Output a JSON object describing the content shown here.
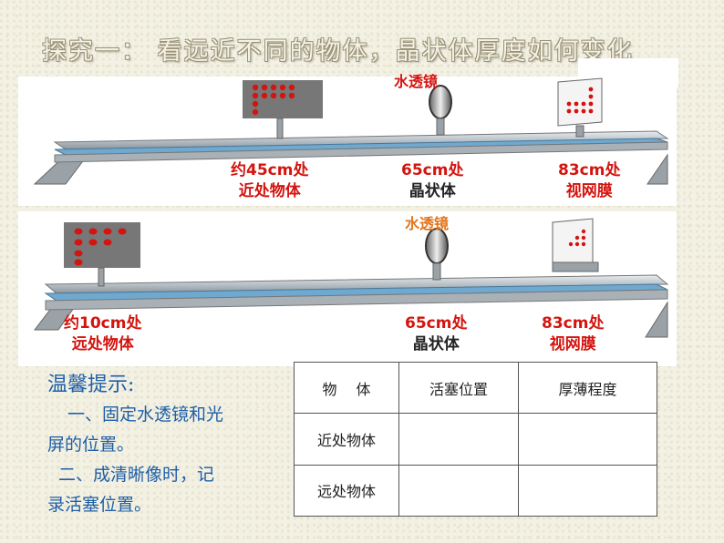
{
  "title": "探究一： 看远近不同的物体，晶状体厚度如何变化",
  "setup_top": {
    "lens_label": "水透镜",
    "object_label": {
      "line1": "约45cm处",
      "line2": "近处物体"
    },
    "lens_pos_label": {
      "line1": "65cm处",
      "line2": "晶状体"
    },
    "retina_label": {
      "line1": "83cm处",
      "line2": "视网膜"
    }
  },
  "setup_bottom": {
    "lens_label": "水透镜",
    "object_label": {
      "line1": "约10cm处",
      "line2": "远处物体"
    },
    "lens_pos_label": {
      "line1": "65cm处",
      "line2": "晶状体"
    },
    "retina_label": {
      "line1": "83cm处",
      "line2": "视网膜"
    }
  },
  "tips": {
    "heading": "温馨提示:",
    "lines": [
      "一、固定水透镜和光",
      "屏的位置。",
      "二、成清晰像时，记",
      "录活塞位置。"
    ]
  },
  "table": {
    "headers": [
      "物　 体",
      "活塞位置",
      "厚薄程度"
    ],
    "rows": [
      [
        "近处物体",
        "",
        ""
      ],
      [
        "远处物体",
        "",
        ""
      ]
    ]
  },
  "colors": {
    "label_red": "#d4140f",
    "label_orange": "#e2741b",
    "tips_blue": "#1f5fa8",
    "bench_blue": "#6fa9cf"
  }
}
